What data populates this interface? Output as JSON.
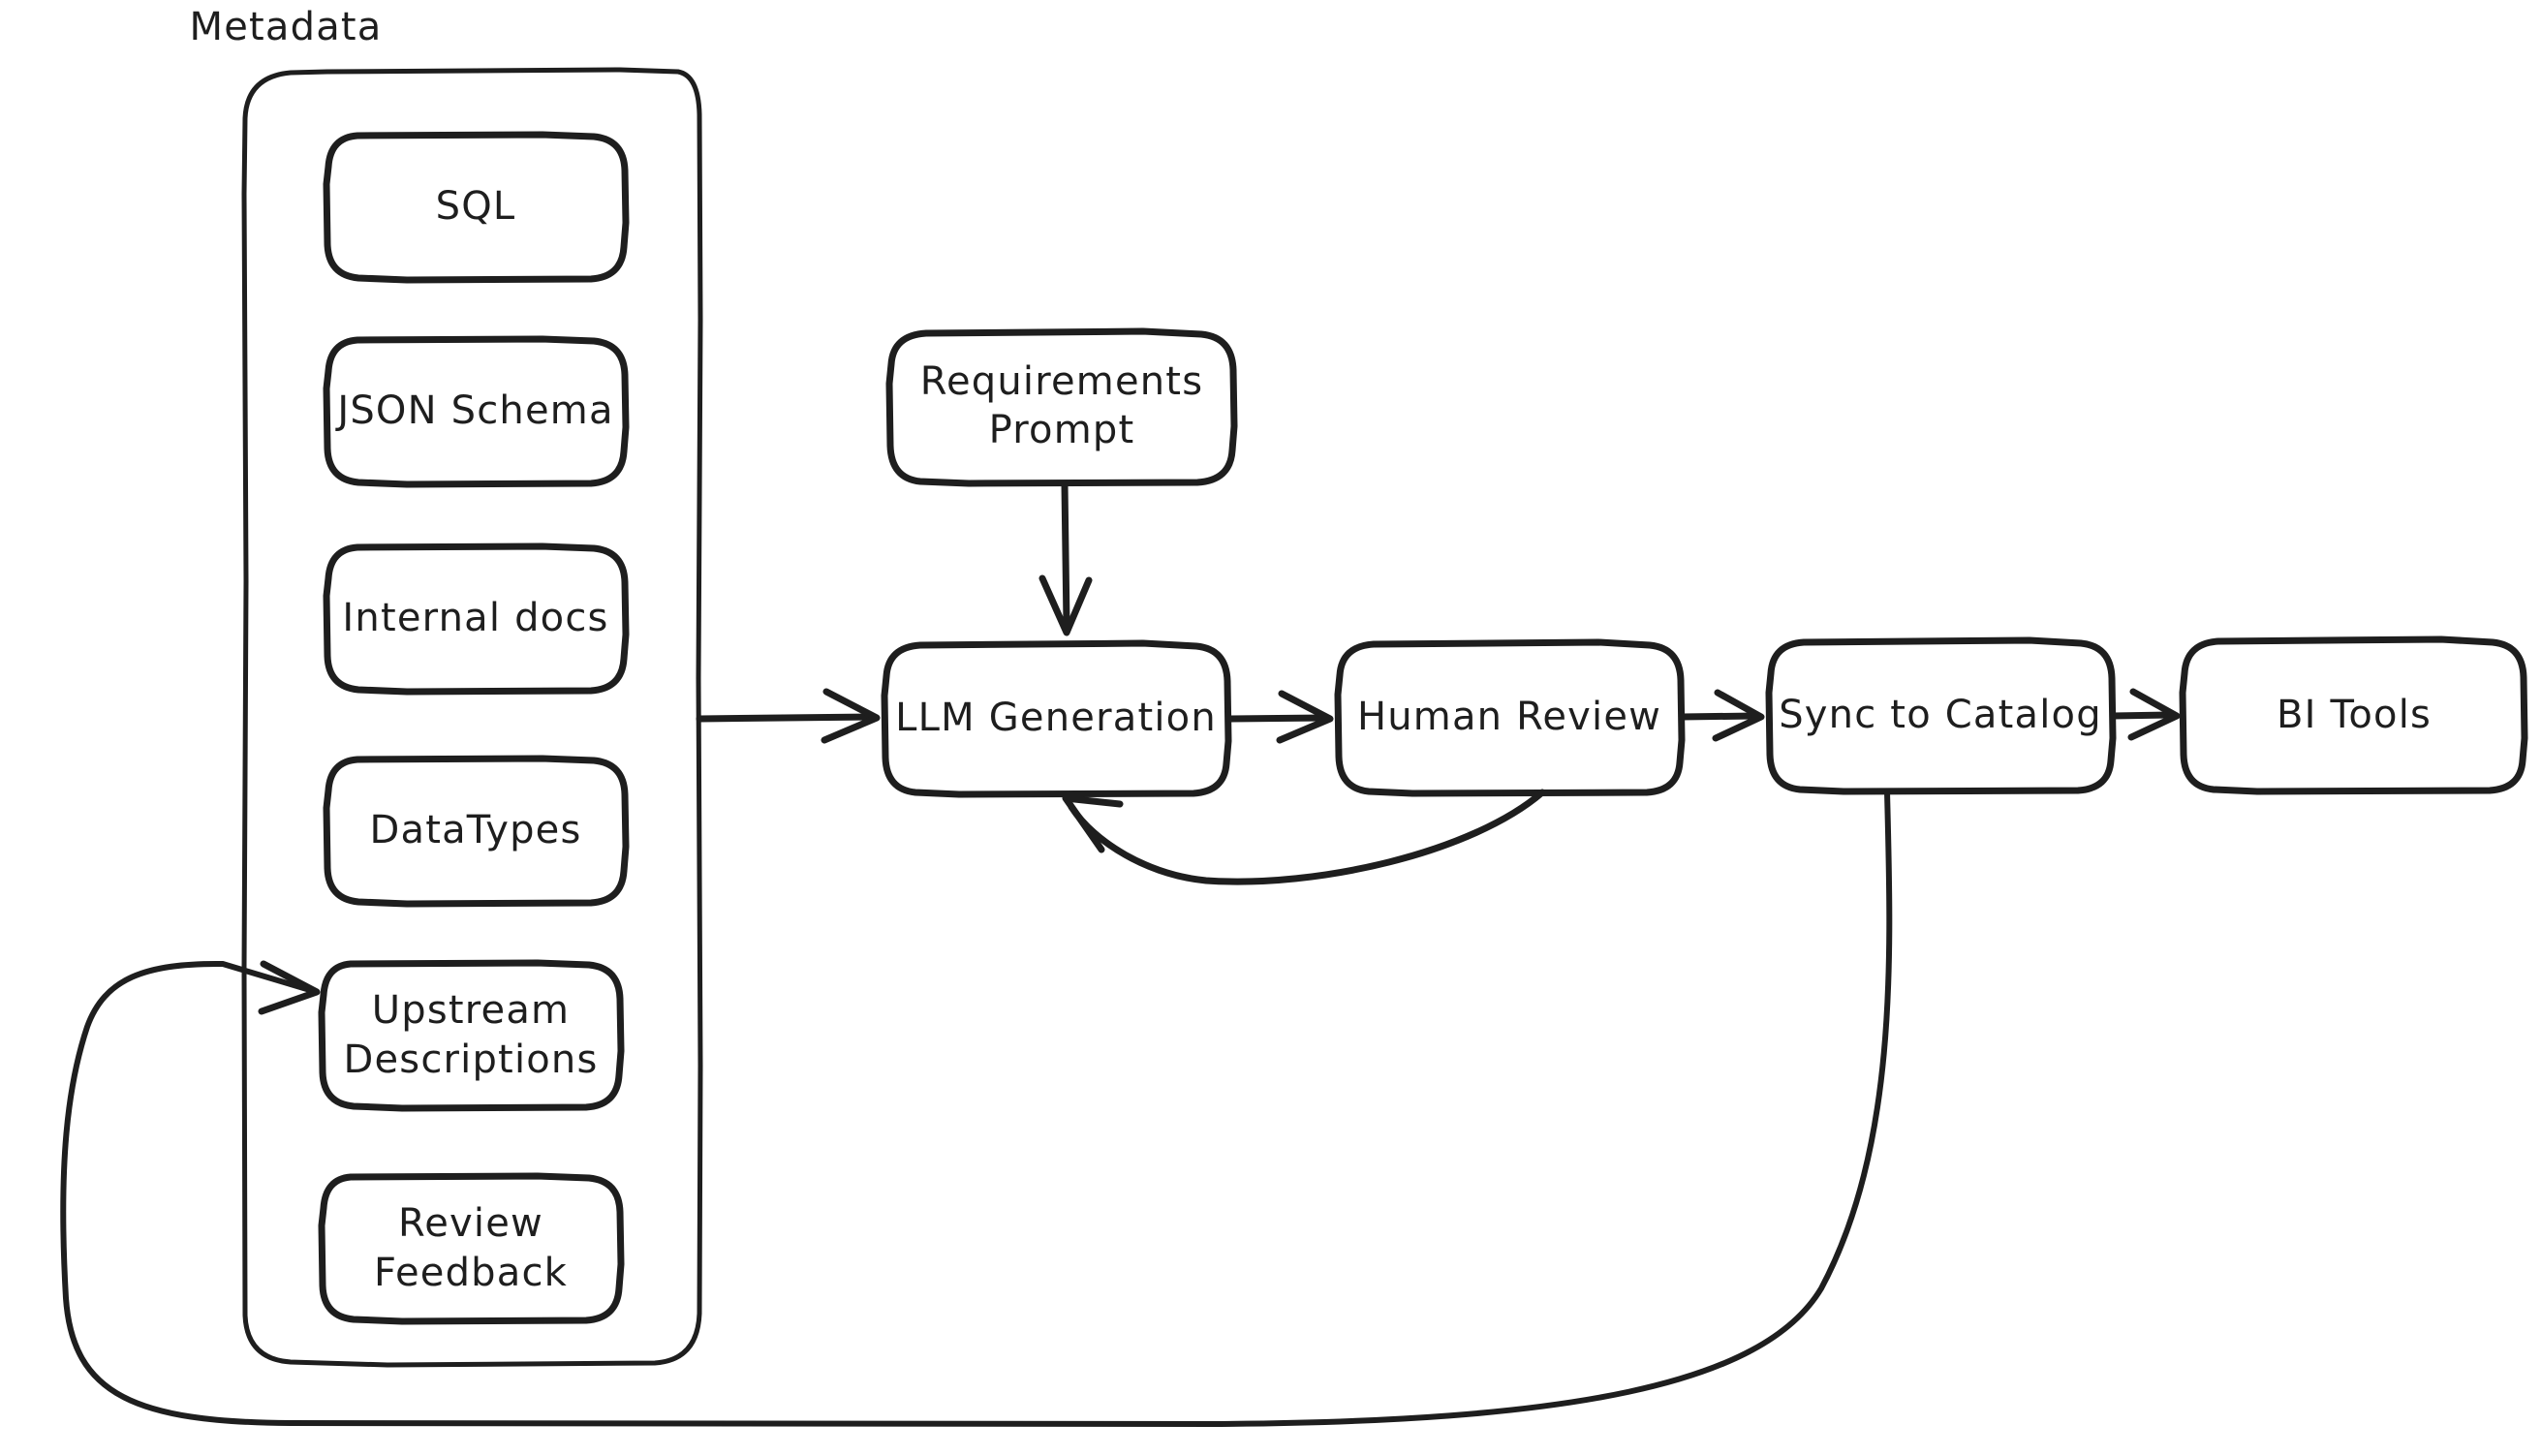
{
  "diagram": {
    "title": "Metadata",
    "background_color": "#ffffff",
    "stroke_color": "#1e1e1e",
    "group": {
      "label": "Metadata",
      "items": [
        {
          "id": "sql",
          "label": "SQL",
          "lines": [
            "SQL"
          ]
        },
        {
          "id": "json-schema",
          "label": "JSON Schema",
          "lines": [
            "JSON Schema"
          ]
        },
        {
          "id": "internal-docs",
          "label": "Internal docs",
          "lines": [
            "Internal docs"
          ]
        },
        {
          "id": "datatypes",
          "label": "DataTypes",
          "lines": [
            "DataTypes"
          ]
        },
        {
          "id": "upstream-descriptions",
          "label": "Upstream Descriptions",
          "lines": [
            "Upstream",
            "Descriptions"
          ]
        },
        {
          "id": "review-feedback",
          "label": "Review Feedback",
          "lines": [
            "Review",
            "Feedback"
          ]
        }
      ]
    },
    "nodes": [
      {
        "id": "requirements-prompt",
        "label": "Requirements Prompt",
        "lines": [
          "Requirements",
          "Prompt"
        ]
      },
      {
        "id": "llm-generation",
        "label": "LLM Generation",
        "lines": [
          "LLM Generation"
        ]
      },
      {
        "id": "human-review",
        "label": "Human Review",
        "lines": [
          "Human Review"
        ]
      },
      {
        "id": "sync-to-catalog",
        "label": "Sync to Catalog",
        "lines": [
          "Sync to Catalog"
        ]
      },
      {
        "id": "bi-tools",
        "label": "BI Tools",
        "lines": [
          "BI Tools"
        ]
      }
    ],
    "edges": [
      {
        "id": "metadata-to-llm",
        "from": "Metadata",
        "to": "LLM Generation",
        "label": ""
      },
      {
        "id": "requirements-to-llm",
        "from": "Requirements Prompt",
        "to": "LLM Generation",
        "label": ""
      },
      {
        "id": "llm-to-review",
        "from": "LLM Generation",
        "to": "Human Review",
        "label": ""
      },
      {
        "id": "review-to-sync",
        "from": "Human Review",
        "to": "Sync to Catalog",
        "label": ""
      },
      {
        "id": "sync-to-bi",
        "from": "Sync to Catalog",
        "to": "BI Tools",
        "label": ""
      },
      {
        "id": "review-feedback-loop",
        "from": "Human Review",
        "to": "LLM Generation",
        "label": ""
      },
      {
        "id": "catalog-to-upstream-loop",
        "from": "Sync to Catalog",
        "to": "Upstream Descriptions",
        "label": ""
      }
    ]
  }
}
